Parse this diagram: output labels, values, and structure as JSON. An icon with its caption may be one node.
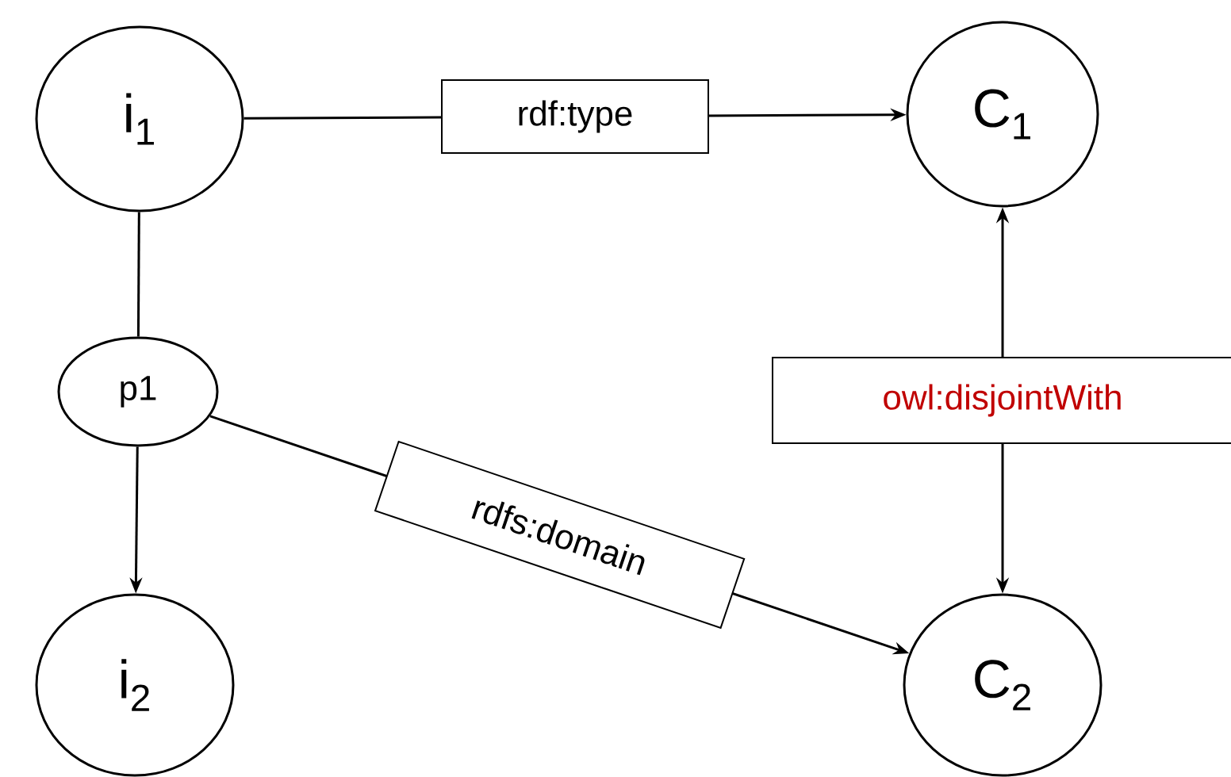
{
  "diagram": {
    "nodes": [
      {
        "text": [
          "i$_{1}$"
        ]
      },
      {
        "text": [
          "C$_{1}$"
        ]
      },
      {
        "text": [
          "p1"
        ]
      },
      {
        "text": [
          "i$_{2}$"
        ]
      },
      {
        "text": [
          "C$_{2}$"
        ]
      }
    ],
    "edges": [
      {
        "from": 0,
        "to": 2,
        "arrow": "none"
      },
      {
        "from": 2,
        "to": 3,
        "arrow": "to"
      },
      {
        "from": 0,
        "to": 1,
        "arrow": "to",
        "label": "rdf:type"
      },
      {
        "from": 2,
        "to": 4,
        "arrow": "to",
        "label": "rdfs:domain"
      },
      {
        "from": 1,
        "to": 4,
        "arrow": "both",
        "label": "owl:disjointWith"
      }
    ]
  }
}
